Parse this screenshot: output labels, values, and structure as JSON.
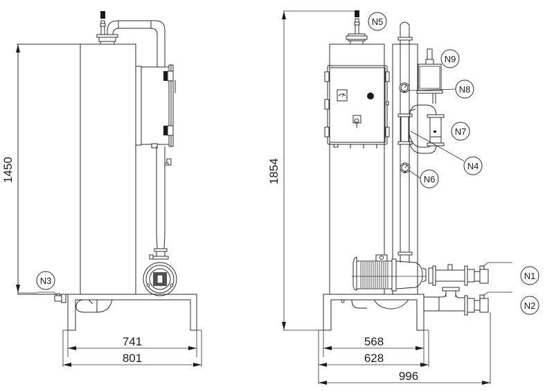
{
  "drawing": {
    "title": "Pump skid technical drawing - side and front views",
    "views": [
      {
        "id": "side-view",
        "dimensions": {
          "height": "1450",
          "frame_inner_width": "741",
          "frame_outer_width": "801"
        },
        "tags": [
          {
            "id": "N3",
            "label": "N3"
          }
        ]
      },
      {
        "id": "front-view",
        "dimensions": {
          "total_height": "1854",
          "frame_inner_width": "568",
          "frame_outer_width": "628",
          "total_width": "996"
        },
        "tags": [
          {
            "id": "N1",
            "label": "N1"
          },
          {
            "id": "N2",
            "label": "N2"
          },
          {
            "id": "N4",
            "label": "N4"
          },
          {
            "id": "N5",
            "label": "N5"
          },
          {
            "id": "N6",
            "label": "N6"
          },
          {
            "id": "N7",
            "label": "N7"
          },
          {
            "id": "N8",
            "label": "N8"
          },
          {
            "id": "N9",
            "label": "N9"
          }
        ]
      }
    ]
  }
}
